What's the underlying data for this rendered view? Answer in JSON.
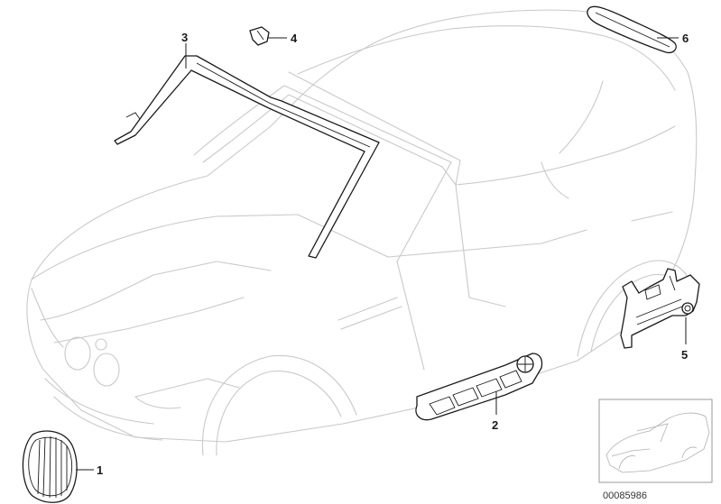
{
  "callouts": {
    "c1": "1",
    "c2": "2",
    "c3": "3",
    "c4": "4",
    "c5": "5",
    "c6": "6"
  },
  "doc_number": "00085986",
  "colors": {
    "line_art": "#1a1a1a",
    "car_outline": "#c9c9c9",
    "background": "#ffffff"
  }
}
